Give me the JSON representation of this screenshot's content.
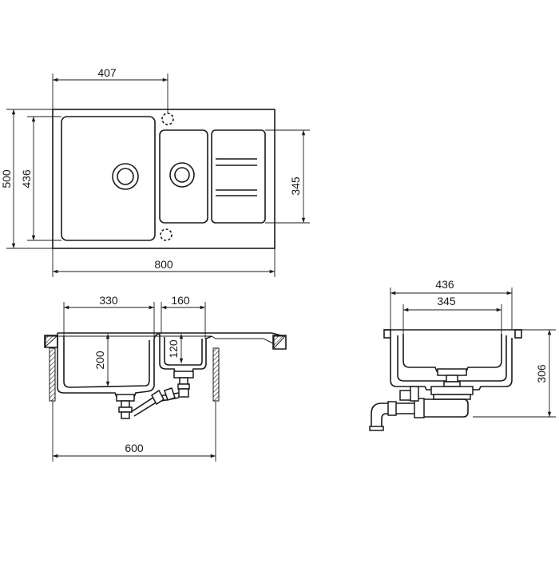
{
  "diagram": {
    "top_view": {
      "dims": {
        "bowl_width": "407",
        "total_depth": "500",
        "bowl_depth": "436",
        "drainer_depth": "345",
        "total_width": "800"
      }
    },
    "front_section": {
      "dims": {
        "main_bowl_width": "330",
        "small_bowl_width": "160",
        "main_bowl_height": "200",
        "small_bowl_height": "120",
        "cabinet_width": "600"
      }
    },
    "side_section": {
      "dims": {
        "outer_depth": "436",
        "inner_depth": "345",
        "overall_height": "306"
      }
    }
  }
}
